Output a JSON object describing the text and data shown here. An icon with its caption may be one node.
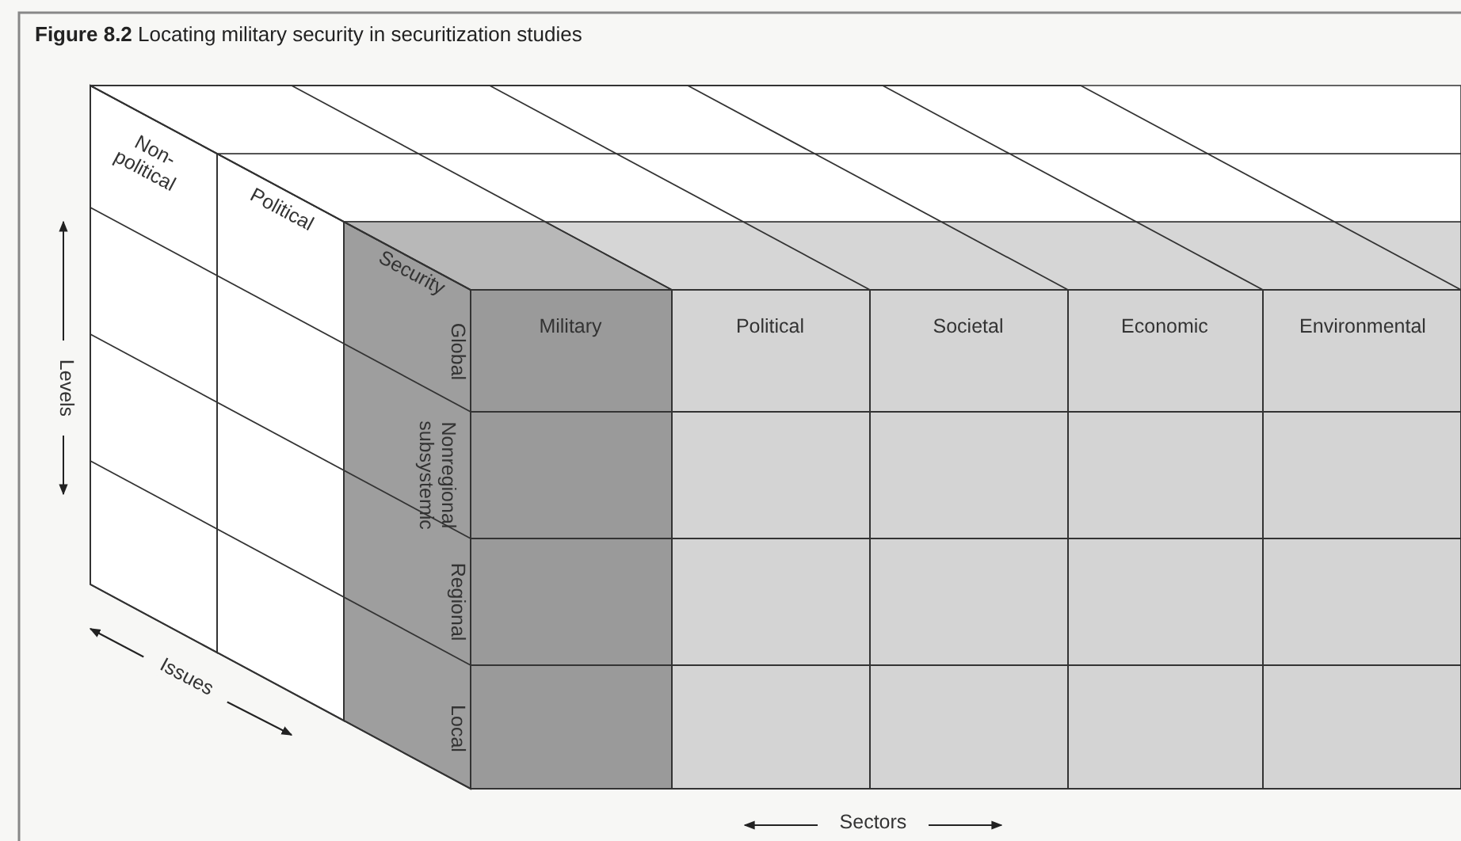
{
  "diagram": {
    "title": "**Figure 8.2** Locating military security in securitization studies",
    "labels": [
      "Non-political",
      "Political",
      "Security",
      "Global",
      "Nonregional subsystemic",
      "Regional",
      "Local",
      "Military",
      "Political",
      "Societal",
      "Economic",
      "Environmental",
      "Levels",
      "Issues",
      "Sectors"
    ]
  }
}
